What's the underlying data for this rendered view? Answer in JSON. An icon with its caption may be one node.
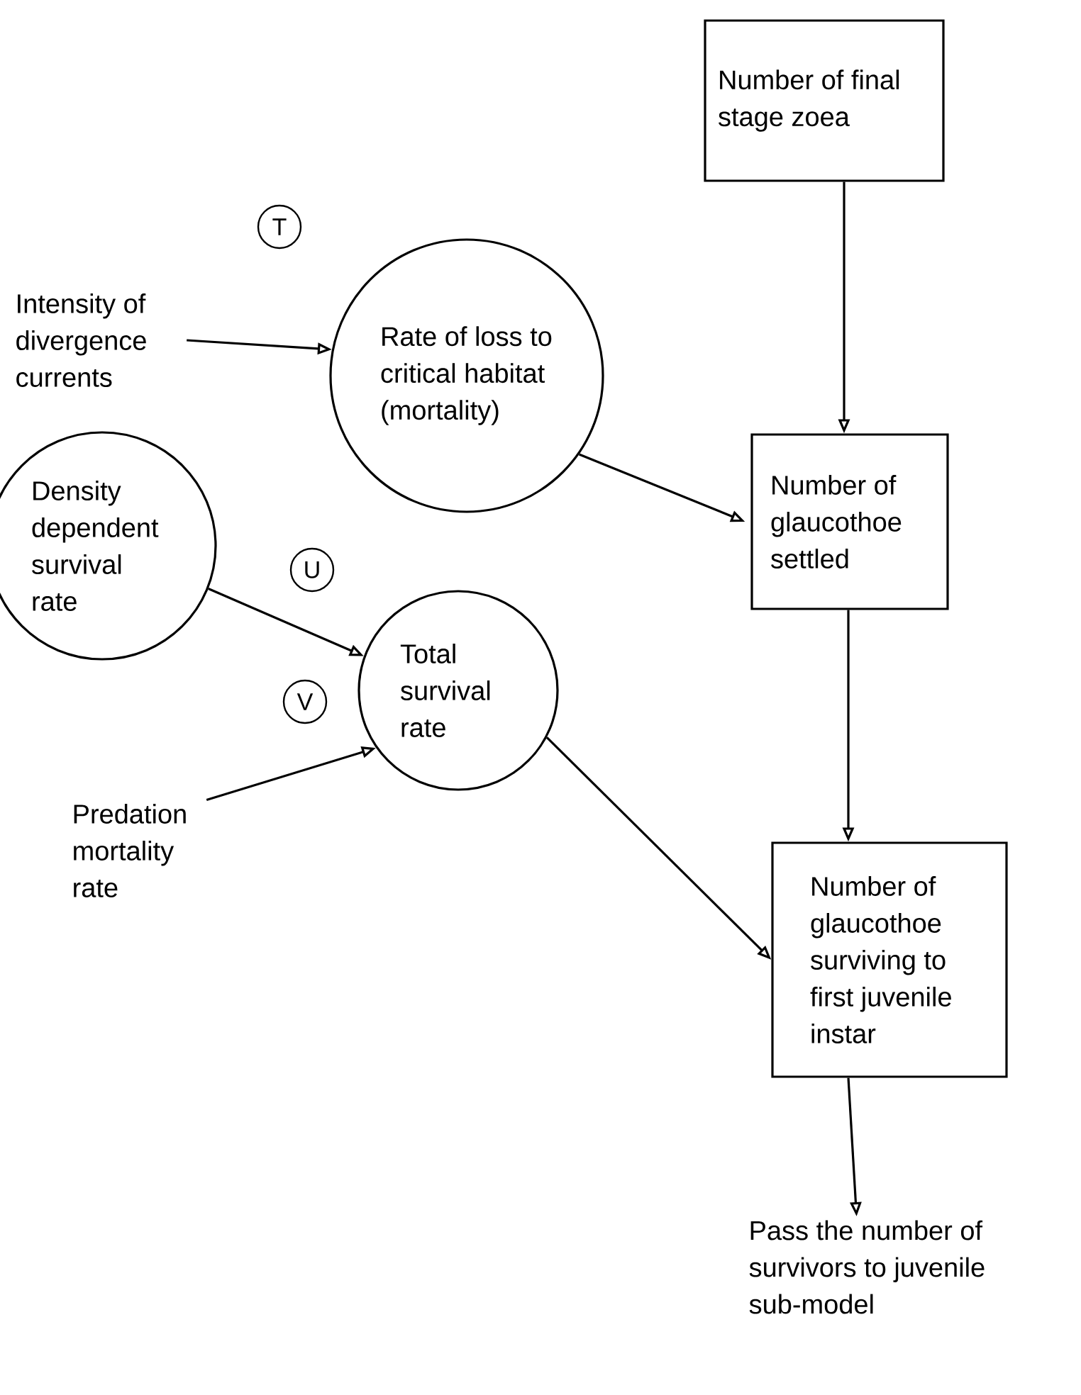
{
  "diagram": {
    "nodes": [
      {
        "text": [
          "Number of final stage zoea"
        ]
      },
      {
        "text": [
          "T"
        ]
      },
      {
        "text": [
          "Intensity of divergence currents"
        ]
      },
      {
        "text": [
          "Rate of loss to critical habitat (mortality)"
        ]
      },
      {
        "text": [
          "Number of glaucothoe settled"
        ]
      },
      {
        "text": [
          "Density dependent survival rate"
        ]
      },
      {
        "text": [
          "U"
        ]
      },
      {
        "text": [
          "Total survival rate"
        ]
      },
      {
        "text": [
          "V"
        ]
      },
      {
        "text": [
          "Predation mortality rate"
        ]
      },
      {
        "text": [
          "Number of glaucothoe surviving to first juvenile instar"
        ]
      },
      {
        "text": [
          "Pass the number of survivors to juvenile sub-model"
        ]
      }
    ],
    "edges": [
      {
        "from": 0,
        "to": 4,
        "arrow": "to"
      },
      {
        "from": 2,
        "to": 3,
        "arrow": "to"
      },
      {
        "from": 3,
        "to": 4,
        "arrow": "to"
      },
      {
        "from": 5,
        "to": 7,
        "arrow": "to"
      },
      {
        "from": 9,
        "to": 7,
        "arrow": "to"
      },
      {
        "from": 4,
        "to": 10,
        "arrow": "to"
      },
      {
        "from": 7,
        "to": 10,
        "arrow": "to"
      },
      {
        "from": 10,
        "to": 11,
        "arrow": "to"
      }
    ]
  }
}
